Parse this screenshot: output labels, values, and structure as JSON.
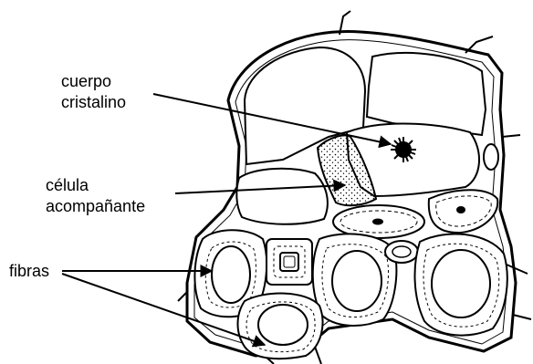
{
  "labels": {
    "cuerpo_line1": "cuerpo",
    "cuerpo_line2": "cristalino",
    "celula_line1": "célula",
    "celula_line2": "acompañante",
    "fibras": "fibras"
  },
  "colors": {
    "ink": "#000000",
    "background": "#ffffff"
  }
}
